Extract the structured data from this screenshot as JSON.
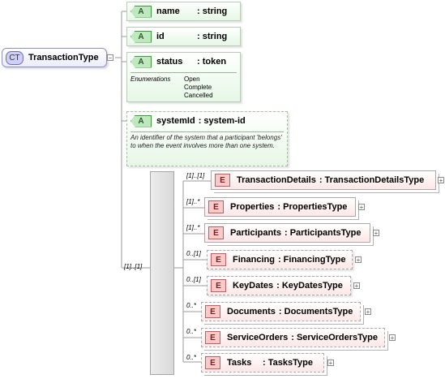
{
  "complex_type": {
    "badge": "CT",
    "name": "TransactionType"
  },
  "attributes": [
    {
      "badge": "A",
      "name": "name",
      "type": ": string"
    },
    {
      "badge": "A",
      "name": "id",
      "type": ": string"
    },
    {
      "badge": "A",
      "name": "status",
      "type": ": token",
      "enumerations_label": "Enumerations",
      "enumerations": [
        "Open",
        "Complete",
        "Cancelled"
      ]
    },
    {
      "badge": "A",
      "name": "systemId",
      "type": ": system-id",
      "documentation": "An identifier of the system that a participant 'belongs' to when the event involves more than one system."
    }
  ],
  "sequence": {
    "occurrence": "[1]..[1]"
  },
  "elements": [
    {
      "badge": "E",
      "name": "TransactionDetails",
      "type": ": TransactionDetailsType",
      "occurrence": "[1]..[1]"
    },
    {
      "badge": "E",
      "name": "Properties",
      "type": ": PropertiesType",
      "occurrence": "[1]..*"
    },
    {
      "badge": "E",
      "name": "Participants",
      "type": ": ParticipantsType",
      "occurrence": "[1]..*"
    },
    {
      "badge": "E",
      "name": "Financing",
      "type": ": FinancingType",
      "occurrence": "0..[1]"
    },
    {
      "badge": "E",
      "name": "KeyDates",
      "type": ": KeyDatesType",
      "occurrence": "0..[1]"
    },
    {
      "badge": "E",
      "name": "Documents",
      "type": ": DocumentsType",
      "occurrence": "0..*"
    },
    {
      "badge": "E",
      "name": "ServiceOrders",
      "type": ": ServiceOrdersType",
      "occurrence": "0..*"
    },
    {
      "badge": "E",
      "name": "Tasks",
      "type": ": TasksType",
      "occurrence": "0..*"
    }
  ],
  "expand_glyph": "+",
  "collapse_glyph": "−"
}
